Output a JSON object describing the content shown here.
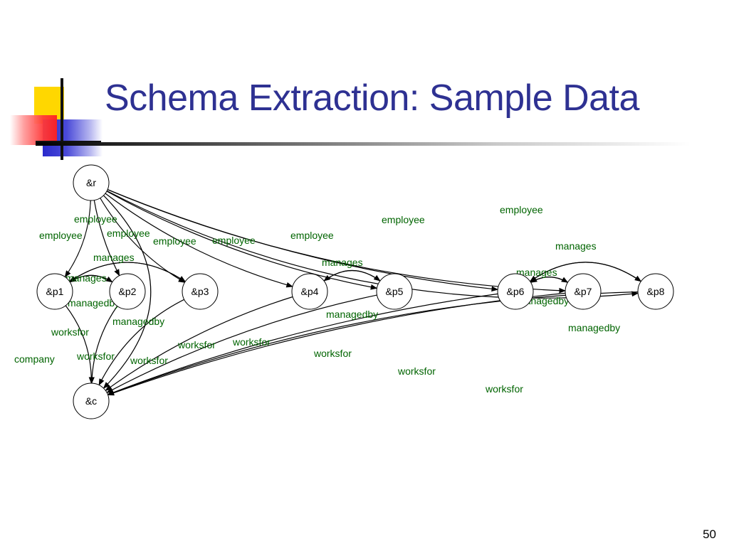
{
  "slide": {
    "title": "Schema Extraction: Sample Data",
    "page_number": "50"
  },
  "nodes": [
    {
      "id": "r",
      "label": "&r"
    },
    {
      "id": "p1",
      "label": "&p1"
    },
    {
      "id": "p2",
      "label": "&p2"
    },
    {
      "id": "p3",
      "label": "&p3"
    },
    {
      "id": "p4",
      "label": "&p4"
    },
    {
      "id": "p5",
      "label": "&p5"
    },
    {
      "id": "p6",
      "label": "&p6"
    },
    {
      "id": "p7",
      "label": "&p7"
    },
    {
      "id": "p8",
      "label": "&p8"
    },
    {
      "id": "c",
      "label": "&c"
    }
  ],
  "edges": [
    {
      "from": "r",
      "to": "p1",
      "label": "employee"
    },
    {
      "from": "r",
      "to": "p2",
      "label": "employee"
    },
    {
      "from": "r",
      "to": "p3",
      "label": "employee"
    },
    {
      "from": "r",
      "to": "p4",
      "label": "employee"
    },
    {
      "from": "r",
      "to": "p5",
      "label": "employee"
    },
    {
      "from": "r",
      "to": "p6",
      "label": "employee"
    },
    {
      "from": "r",
      "to": "p7",
      "label": "employee"
    },
    {
      "from": "r",
      "to": "p8",
      "label": "employee"
    },
    {
      "from": "r",
      "to": "c",
      "label": "company"
    },
    {
      "from": "p1",
      "to": "p2",
      "label": "manages"
    },
    {
      "from": "p2",
      "to": "p1",
      "label": "managedby"
    },
    {
      "from": "p1",
      "to": "p3",
      "label": "manages"
    },
    {
      "from": "p3",
      "to": "p1",
      "label": "managedby"
    },
    {
      "from": "p4",
      "to": "p5",
      "label": "manages"
    },
    {
      "from": "p5",
      "to": "p4",
      "label": "managedby"
    },
    {
      "from": "p6",
      "to": "p7",
      "label": "manages"
    },
    {
      "from": "p7",
      "to": "p6",
      "label": "managedby"
    },
    {
      "from": "p6",
      "to": "p8",
      "label": "manages"
    },
    {
      "from": "p8",
      "to": "p6",
      "label": "managedby"
    },
    {
      "from": "p1",
      "to": "c",
      "label": "worksfor"
    },
    {
      "from": "p2",
      "to": "c",
      "label": "worksfor"
    },
    {
      "from": "p3",
      "to": "c",
      "label": "worksfor"
    },
    {
      "from": "p4",
      "to": "c",
      "label": "worksfor"
    },
    {
      "from": "p5",
      "to": "c",
      "label": "worksfor"
    },
    {
      "from": "p6",
      "to": "c",
      "label": "worksfor"
    },
    {
      "from": "p7",
      "to": "c",
      "label": "worksfor"
    },
    {
      "from": "p8",
      "to": "c",
      "label": "worksfor"
    }
  ],
  "colors": {
    "title": "#2e3192",
    "edge_label": "#006400",
    "accent_yellow": "#ffd700",
    "accent_blue": "#3333cc",
    "accent_red": "#ff3333"
  }
}
